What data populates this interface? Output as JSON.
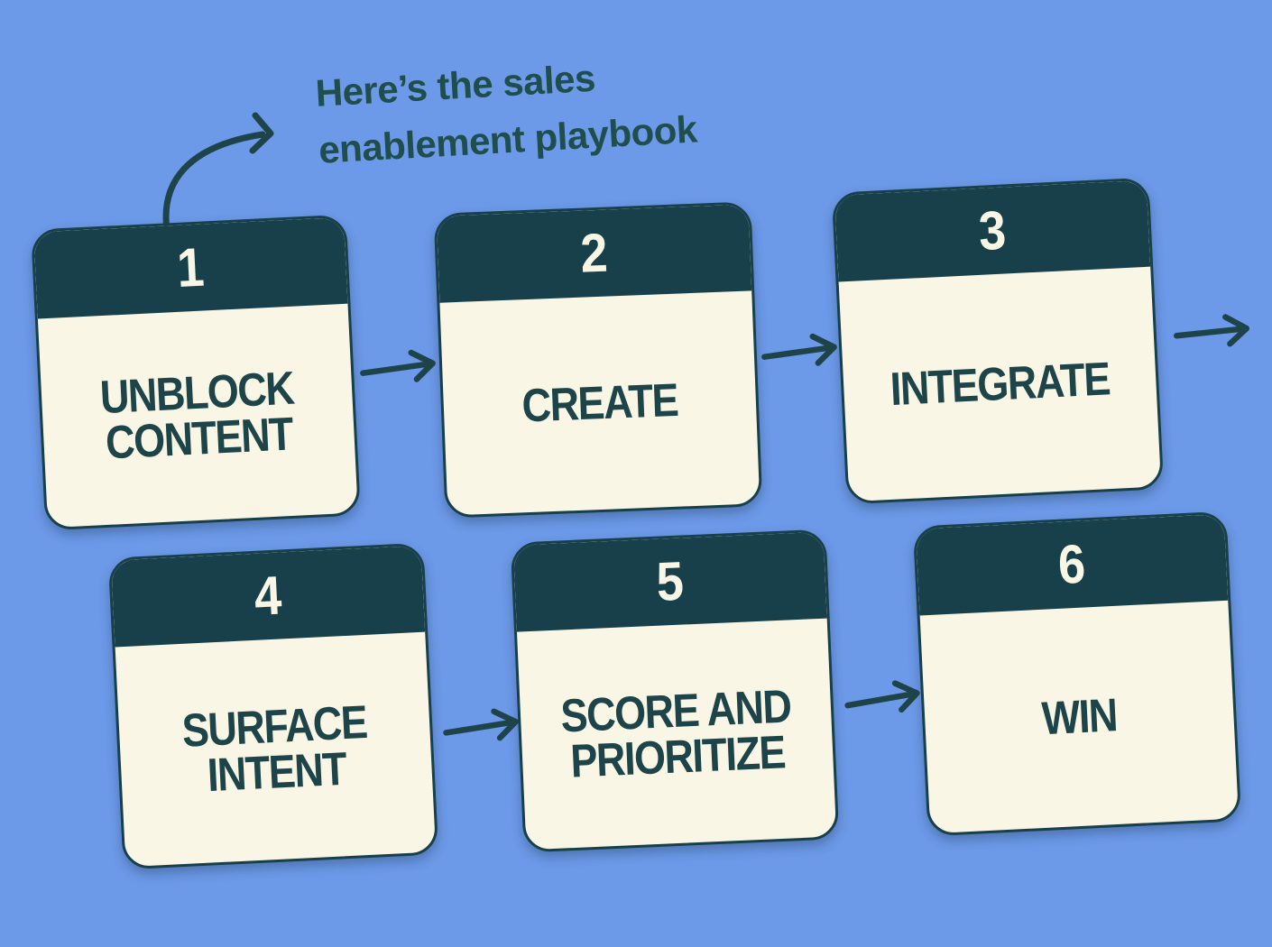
{
  "title": "Sales enablement playbook flow diagram",
  "colors": {
    "bg": "#6c99e8",
    "header": "#17404a",
    "cream": "#faf6e5",
    "ink": "#1d4549",
    "arrow": "#1e4449",
    "heading": "#1f4e4d"
  },
  "heading": {
    "line1": "Here’s the sales",
    "line2": "enablement playbook"
  },
  "steps": [
    {
      "number": "1",
      "label": "UNBLOCK CONTENT"
    },
    {
      "number": "2",
      "label": "CREATE"
    },
    {
      "number": "3",
      "label": "INTEGRATE"
    },
    {
      "number": "4",
      "label": "SURFACE INTENT"
    },
    {
      "number": "5",
      "label": "SCORE AND PRIORITIZE"
    },
    {
      "number": "6",
      "label": "WIN"
    }
  ]
}
